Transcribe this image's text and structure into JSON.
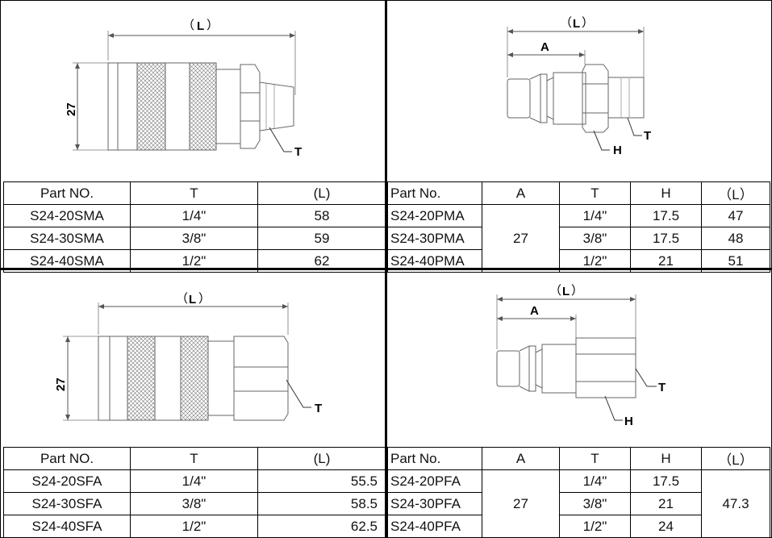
{
  "sma": {
    "drawing": {
      "length_label": "（L）",
      "L": "L",
      "dia_label": "27",
      "thread_label": "T"
    },
    "headers": [
      "Part NO.",
      "T",
      "(L)"
    ],
    "rows": [
      [
        "S24-20SMA",
        "1/4\"",
        "58"
      ],
      [
        "S24-30SMA",
        "3/8\"",
        "59"
      ],
      [
        "S24-40SMA",
        "1/2\"",
        "62"
      ]
    ]
  },
  "pma": {
    "drawing": {
      "length_label": "（L）",
      "L": "L",
      "a_label": "A",
      "thread_label": "T",
      "hex_label": "H"
    },
    "headers": [
      "Part No.",
      "A",
      "T",
      "H",
      "（L）"
    ],
    "a_value": "27",
    "rows": [
      [
        "S24-20PMA",
        "1/4\"",
        "17.5",
        "47"
      ],
      [
        "S24-30PMA",
        "3/8\"",
        "17.5",
        "48"
      ],
      [
        "S24-40PMA",
        "1/2\"",
        "21",
        "51"
      ]
    ]
  },
  "sfa": {
    "drawing": {
      "L": "L",
      "dia_label": "27",
      "thread_label": "T"
    },
    "headers": [
      "Part NO.",
      "T",
      "(L)"
    ],
    "rows": [
      [
        "S24-20SFA",
        "1/4\"",
        "55.5"
      ],
      [
        "S24-30SFA",
        "3/8\"",
        "58.5"
      ],
      [
        "S24-40SFA",
        "1/2\"",
        "62.5"
      ]
    ]
  },
  "pfa": {
    "drawing": {
      "L": "L",
      "a_label": "A",
      "thread_label": "T",
      "hex_label": "H"
    },
    "headers": [
      "Part No.",
      "A",
      "T",
      "H",
      "（L）"
    ],
    "a_value": "27",
    "l_value": "47.3",
    "rows": [
      [
        "S24-20PFA",
        "1/4\"",
        "17.5"
      ],
      [
        "S24-30PFA",
        "3/8\"",
        "21"
      ],
      [
        "S24-40PFA",
        "1/2\"",
        "24"
      ]
    ]
  }
}
